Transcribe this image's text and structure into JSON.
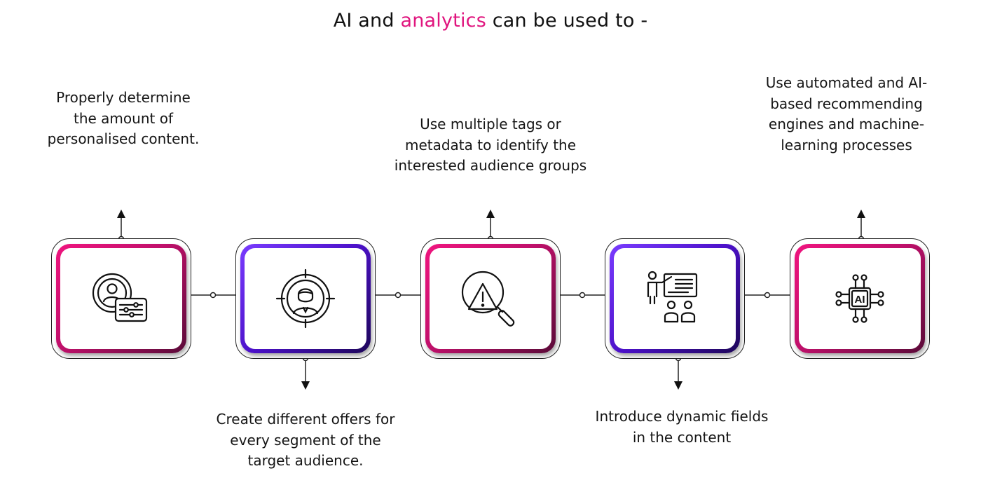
{
  "title": {
    "prefix": "AI and ",
    "accent": "analytics",
    "suffix": " can be used to -"
  },
  "colors": {
    "accent": "#e0157e",
    "pink_frame": "#c0106b",
    "purple_frame": "#4b10c8",
    "text": "#111111"
  },
  "steps": [
    {
      "caption": "Properly determine the amount of personalised content.",
      "icon": "user-settings-icon",
      "frame": "pink",
      "caption_position": "above"
    },
    {
      "caption": "Create different offers for every segment of the target audience.",
      "icon": "target-user-icon",
      "frame": "purple",
      "caption_position": "below"
    },
    {
      "caption": "Use multiple tags or metadata to identify the interested audience groups",
      "icon": "search-warning-icon",
      "frame": "pink",
      "caption_position": "above"
    },
    {
      "caption": "Introduce dynamic fields in the content",
      "icon": "presentation-audience-icon",
      "frame": "purple",
      "caption_position": "below"
    },
    {
      "caption": "Use automated and AI-based recommending engines and machine-learning processes",
      "icon": "ai-chip-icon",
      "frame": "pink",
      "caption_position": "above"
    }
  ],
  "icon_text": {
    "ai_chip": "AI"
  }
}
